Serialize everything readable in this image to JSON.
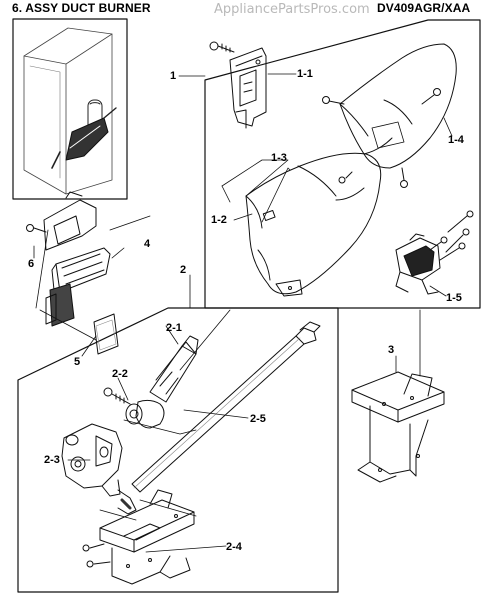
{
  "header": {
    "section_title": "6. ASSY DUCT BURNER",
    "model_number": "DV409AGR/XAA",
    "watermark": "AppliancePartsPros.com"
  },
  "callouts": {
    "c1": "1",
    "c1_1": "1-1",
    "c1_2": "1-2",
    "c1_3": "1-3",
    "c1_4": "1-4",
    "c1_5": "1-5",
    "c2": "2",
    "c2_1": "2-1",
    "c2_2": "2-2",
    "c2_3": "2-3",
    "c2_4": "2-4",
    "c2_5": "2-5",
    "c3": "3",
    "c4": "4",
    "c5": "5",
    "c6": "6"
  }
}
